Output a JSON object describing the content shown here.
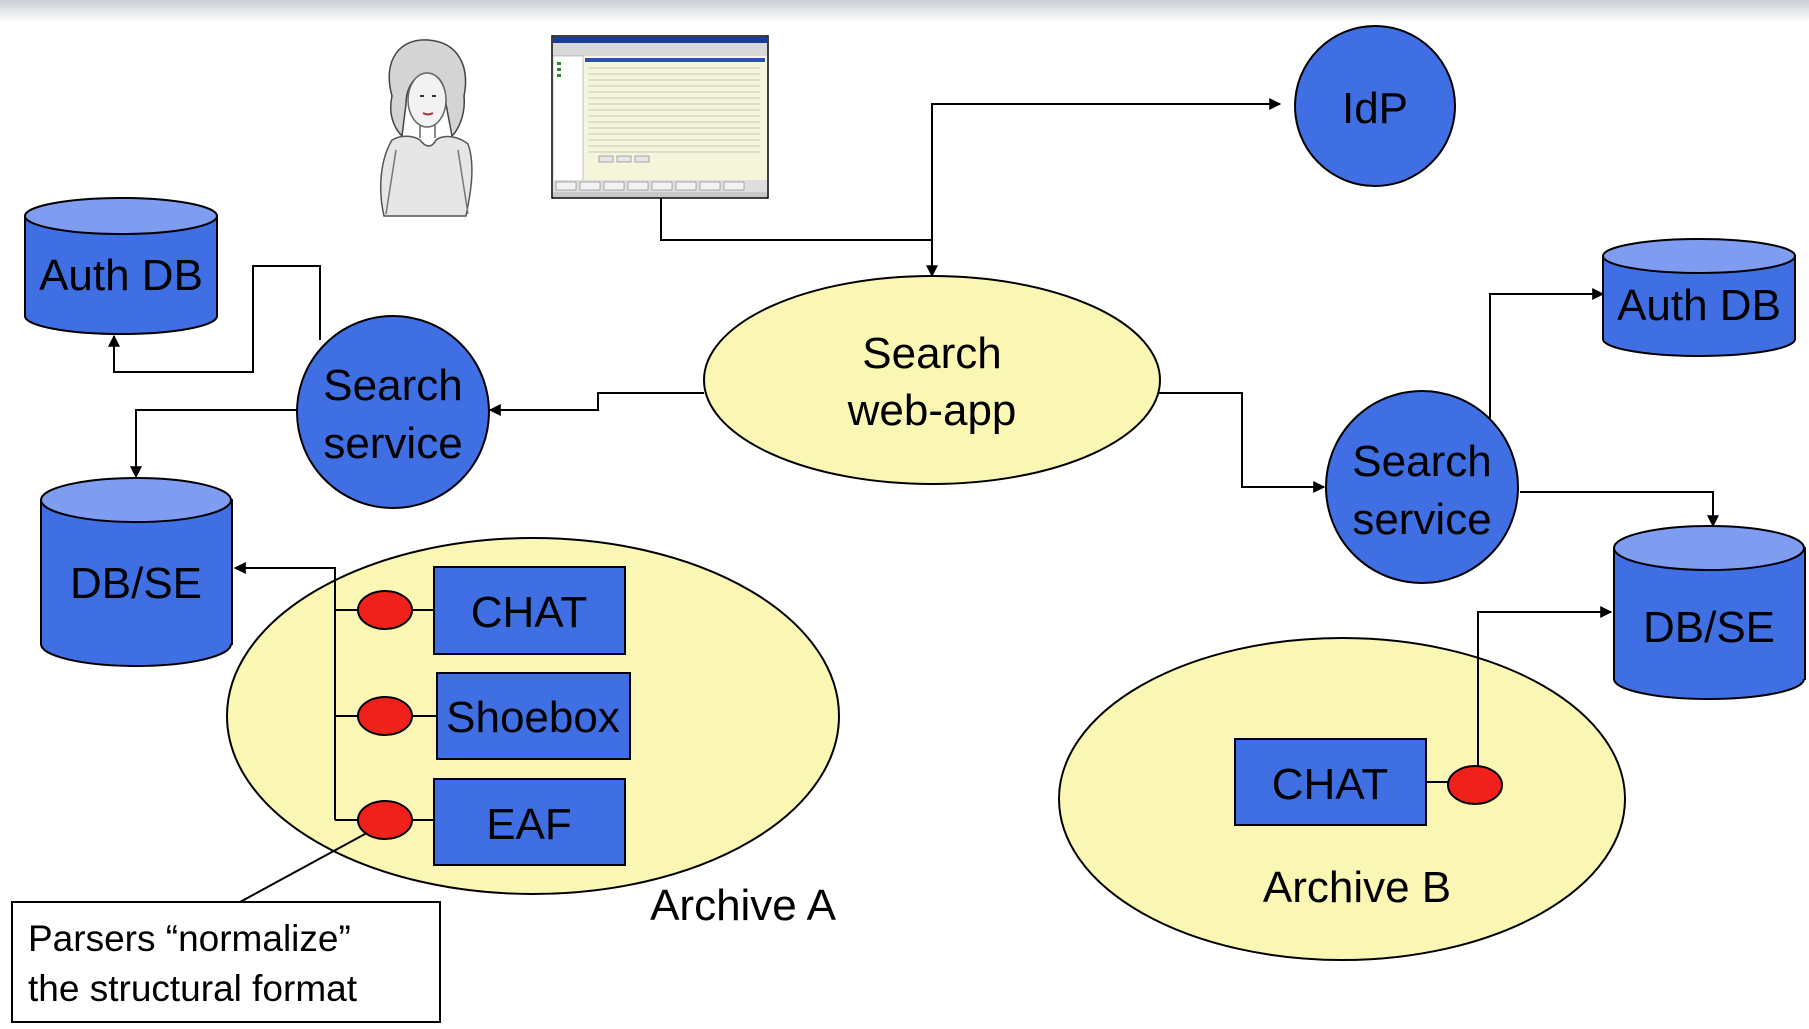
{
  "colors": {
    "node_blue": "#3F6FE2",
    "archive_yellow": "#FAF7B4",
    "parser_red": "#F0211A",
    "line": "#000000"
  },
  "diagram": {
    "idp": "IdP",
    "webapp": {
      "line1": "Search",
      "line2": "web-app"
    },
    "left": {
      "auth_db": "Auth DB",
      "search_service": {
        "line1": "Search",
        "line2": "service"
      },
      "db_se": "DB/SE",
      "archive_label": "Archive A",
      "formats": [
        "CHAT",
        "Shoebox",
        "EAF"
      ]
    },
    "right": {
      "auth_db": "Auth DB",
      "search_service": {
        "line1": "Search",
        "line2": "service"
      },
      "db_se": "DB/SE",
      "archive_label": "Archive B",
      "formats": [
        "CHAT"
      ]
    },
    "callout": {
      "line1": "Parsers “normalize”",
      "line2": "the structural format"
    },
    "user_icon": "user-figure",
    "browser_icon": "browser-window-screenshot"
  }
}
